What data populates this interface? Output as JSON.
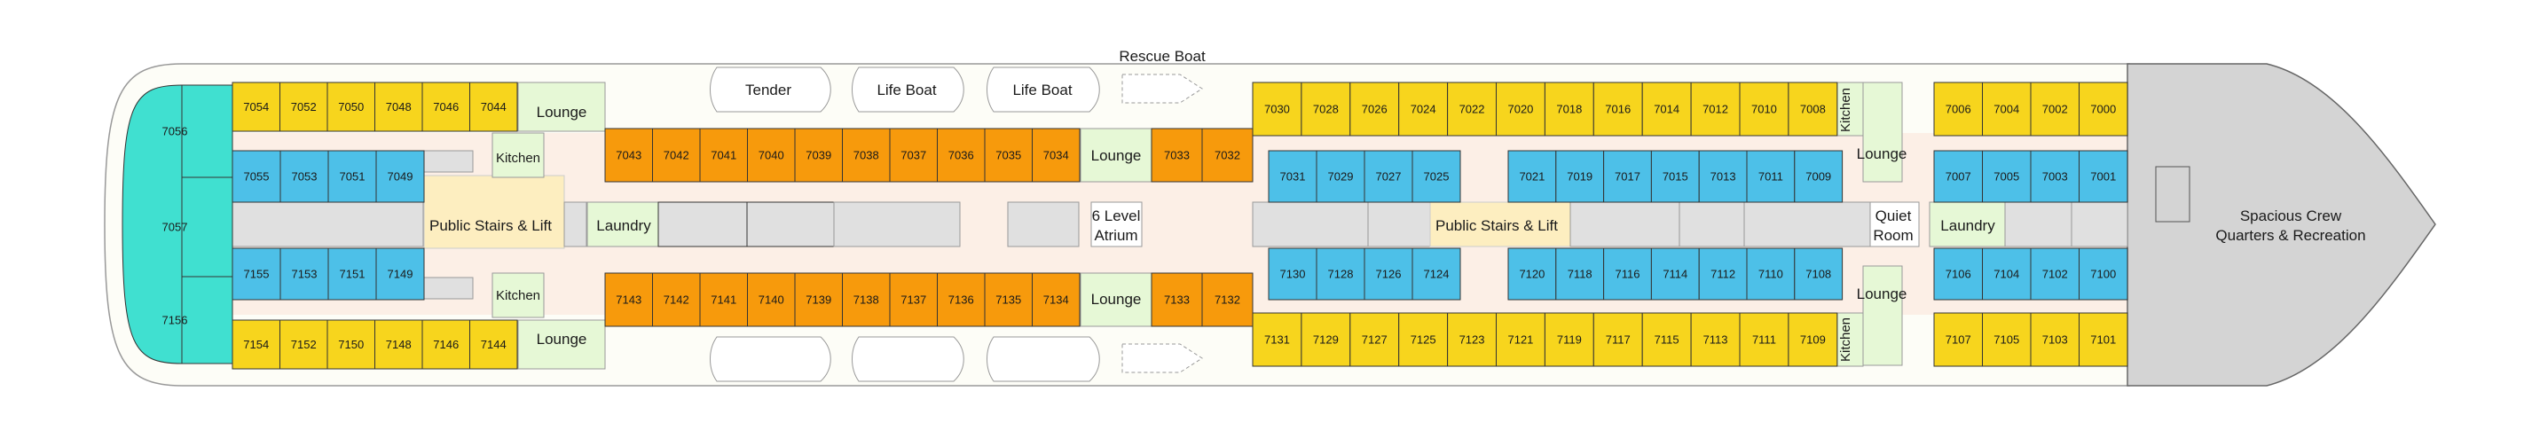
{
  "colors": {
    "yellow": "#f7d51d",
    "blue": "#4dc0e8",
    "orange": "#f79a0c",
    "turquoise": "#40e0d0",
    "lounge": "#e6f8d6",
    "stairs": "#fdeec0",
    "corridor": "#fcefe6",
    "grey": "#e0e0e0",
    "crew": "#d4d4d4"
  },
  "labels": {
    "tender": "Tender",
    "life_boat_1": "Life Boat",
    "life_boat_2": "Life Boat",
    "rescue_boat": "Rescue Boat",
    "lounge": "Lounge",
    "kitchen": "Kitchen",
    "laundry": "Laundry",
    "public_stairs": "Public Stairs & Lift",
    "atrium_1": "6 Level",
    "atrium_2": "Atrium",
    "quiet_1": "Quiet",
    "quiet_2": "Room",
    "crew_1": "Spacious Crew",
    "crew_2": "Quarters & Recreation"
  },
  "cabins": {
    "aft_suites": [
      "7056",
      "7057",
      "7156"
    ],
    "aft_top_yellow": [
      "7054",
      "7052",
      "7050",
      "7048",
      "7046",
      "7044"
    ],
    "aft_top_blue": [
      "7055",
      "7053",
      "7051",
      "7049"
    ],
    "aft_bottom_blue": [
      "7155",
      "7153",
      "7151",
      "7149"
    ],
    "aft_bottom_yellow": [
      "7154",
      "7152",
      "7150",
      "7148",
      "7146",
      "7144"
    ],
    "mid_top_orange_a": [
      "7043",
      "7042",
      "7041",
      "7040",
      "7039",
      "7038",
      "7037",
      "7036",
      "7035",
      "7034"
    ],
    "mid_top_orange_b": [
      "7033",
      "7032"
    ],
    "mid_bottom_orange_a": [
      "7143",
      "7142",
      "7141",
      "7140",
      "7139",
      "7138",
      "7137",
      "7136",
      "7135",
      "7134"
    ],
    "mid_bottom_orange_b": [
      "7133",
      "7132"
    ],
    "fwd_top_yellow_a": [
      "7030",
      "7028",
      "7026",
      "7024",
      "7022",
      "7020",
      "7018",
      "7016",
      "7014",
      "7012",
      "7010",
      "7008"
    ],
    "fwd_top_blue_a": [
      "7031",
      "7029",
      "7027",
      "7025"
    ],
    "fwd_top_blue_b": [
      "7021",
      "7019",
      "7017",
      "7015",
      "7013",
      "7011",
      "7009"
    ],
    "fwd_bottom_blue_a": [
      "7130",
      "7128",
      "7126",
      "7124"
    ],
    "fwd_bottom_blue_b": [
      "7120",
      "7118",
      "7116",
      "7114",
      "7112",
      "7110",
      "7108"
    ],
    "fwd_bottom_yellow_a": [
      "7131",
      "7129",
      "7127",
      "7125",
      "7123",
      "7121",
      "7119",
      "7117",
      "7115",
      "7113",
      "7111",
      "7109"
    ],
    "bow_top_yellow": [
      "7006",
      "7004",
      "7002",
      "7000"
    ],
    "bow_top_blue": [
      "7007",
      "7005",
      "7003",
      "7001"
    ],
    "bow_bottom_blue": [
      "7106",
      "7104",
      "7102",
      "7100"
    ],
    "bow_bottom_yellow": [
      "7107",
      "7105",
      "7103",
      "7101"
    ]
  }
}
